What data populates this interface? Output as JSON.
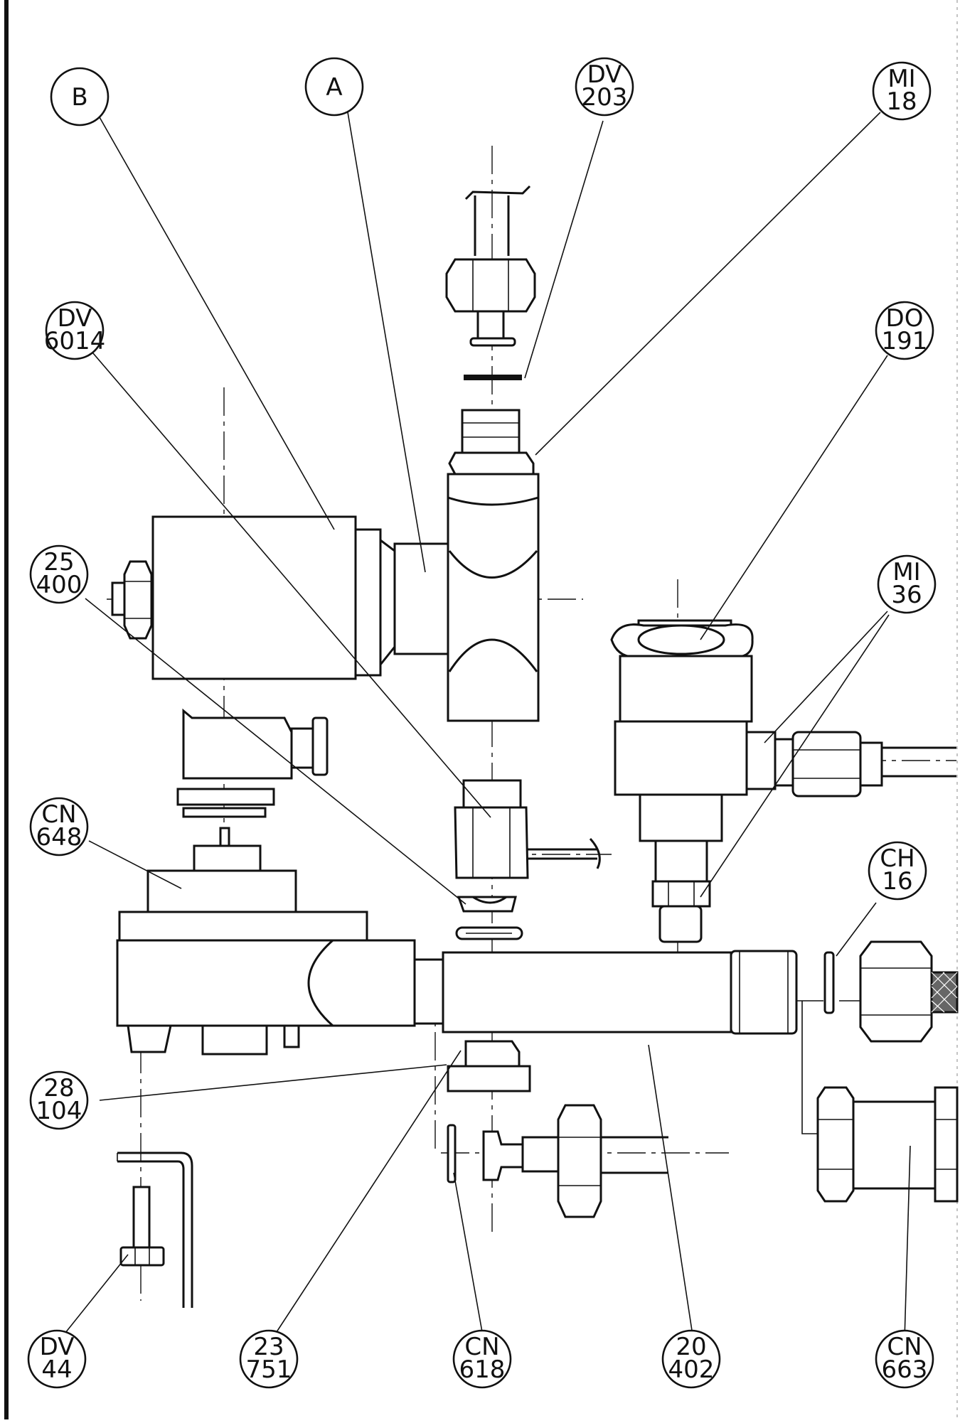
{
  "callouts": [
    {
      "id": "B",
      "lines": [
        "B"
      ]
    },
    {
      "id": "A",
      "lines": [
        "A"
      ]
    },
    {
      "id": "DV203",
      "lines": [
        "DV",
        "203"
      ]
    },
    {
      "id": "MI18",
      "lines": [
        "MI",
        "18"
      ]
    },
    {
      "id": "DV6014",
      "lines": [
        "DV",
        "6014"
      ]
    },
    {
      "id": "DO191",
      "lines": [
        "DO",
        "191"
      ]
    },
    {
      "id": "25400",
      "lines": [
        "25",
        "400"
      ]
    },
    {
      "id": "MI36",
      "lines": [
        "MI",
        "36"
      ]
    },
    {
      "id": "CN648",
      "lines": [
        "CN",
        "648"
      ]
    },
    {
      "id": "CH16",
      "lines": [
        "CH",
        "16"
      ]
    },
    {
      "id": "28104",
      "lines": [
        "28",
        "104"
      ]
    },
    {
      "id": "DV44",
      "lines": [
        "DV",
        "44"
      ]
    },
    {
      "id": "23751",
      "lines": [
        "23",
        "751"
      ]
    },
    {
      "id": "CN618",
      "lines": [
        "CN",
        "618"
      ]
    },
    {
      "id": "20402",
      "lines": [
        "20",
        "402"
      ]
    },
    {
      "id": "CN663",
      "lines": [
        "CN",
        "663"
      ]
    }
  ]
}
